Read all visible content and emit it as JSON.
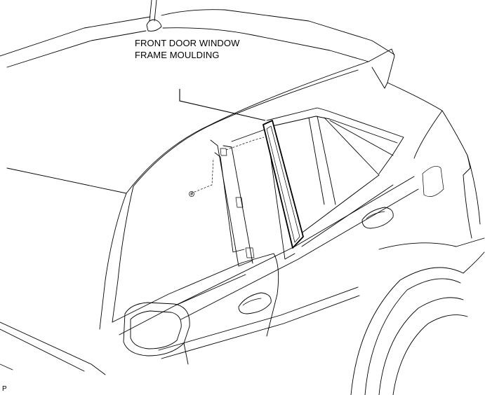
{
  "callout": {
    "line1": "FRONT DOOR WINDOW",
    "line2": "FRAME MOULDING"
  },
  "figure_code": "P"
}
